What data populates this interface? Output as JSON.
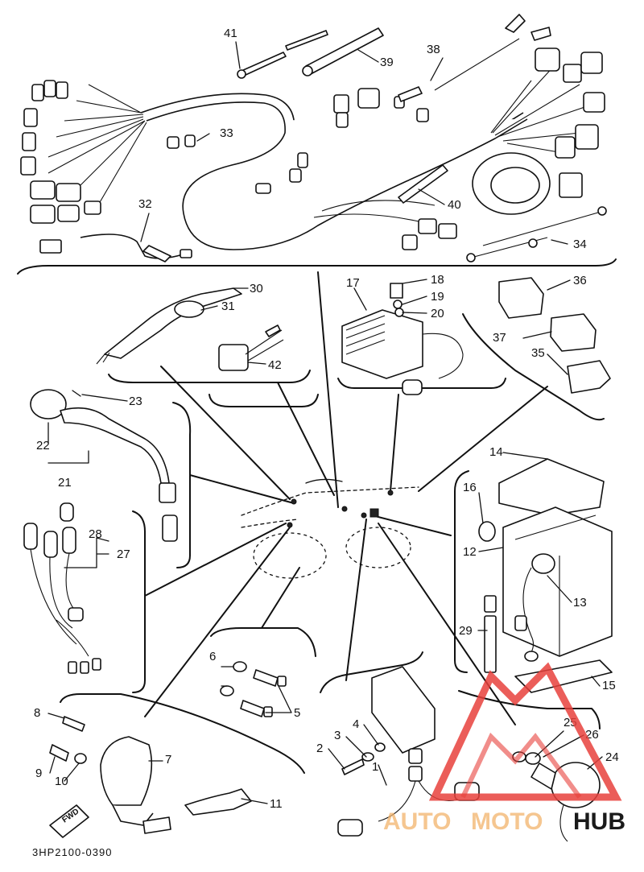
{
  "diagram": {
    "part_numbers": [
      "1",
      "2",
      "3",
      "4",
      "5",
      "6",
      "7",
      "8",
      "9",
      "10",
      "11",
      "12",
      "13",
      "14",
      "15",
      "16",
      "17",
      "18",
      "19",
      "20",
      "21",
      "22",
      "23",
      "24",
      "25",
      "26",
      "27",
      "28",
      "29",
      "30",
      "31",
      "32",
      "33",
      "34",
      "35",
      "36",
      "37",
      "38",
      "39",
      "40",
      "41",
      "42"
    ],
    "drawing_code": "3HP2100-0390",
    "direction_label": "FWD"
  },
  "watermark": {
    "text_auto": "AUTO",
    "text_moto": "MOTO",
    "text_hub": "HUB",
    "colors": {
      "red": "#e8413c",
      "orange": "#f2b36b",
      "dark": "#1a1a1a"
    }
  }
}
